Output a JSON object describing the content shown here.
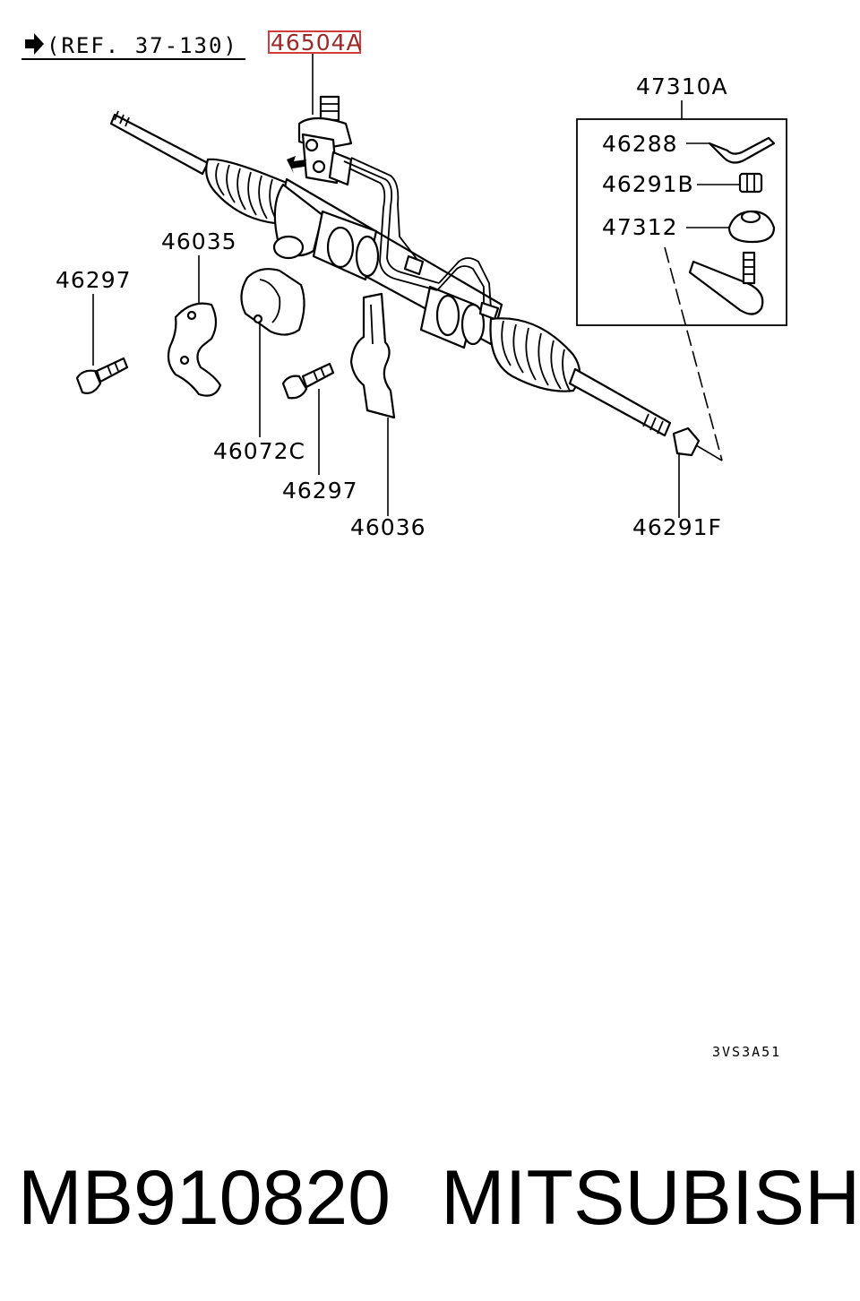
{
  "reference": {
    "arrow_icon": "right-arrow-icon",
    "text": "(REF. 37-130)"
  },
  "highlight": {
    "part": "46504A",
    "color": "#d23c3c"
  },
  "labels": {
    "tie_rod_end_kit": "47310A",
    "cotter_pin": "46288",
    "castle_nut": "46291B",
    "tie_rod_end": "47312",
    "bracket_left": "46035",
    "bolt_left": "46297",
    "bushing": "46072C",
    "bolt_center": "46297",
    "bracket_right": "46036",
    "lock_nut": "46291F"
  },
  "drawing_code": "3VS3A51",
  "footer": {
    "part_number": "MB910820",
    "brand": "MITSUBISHI"
  }
}
